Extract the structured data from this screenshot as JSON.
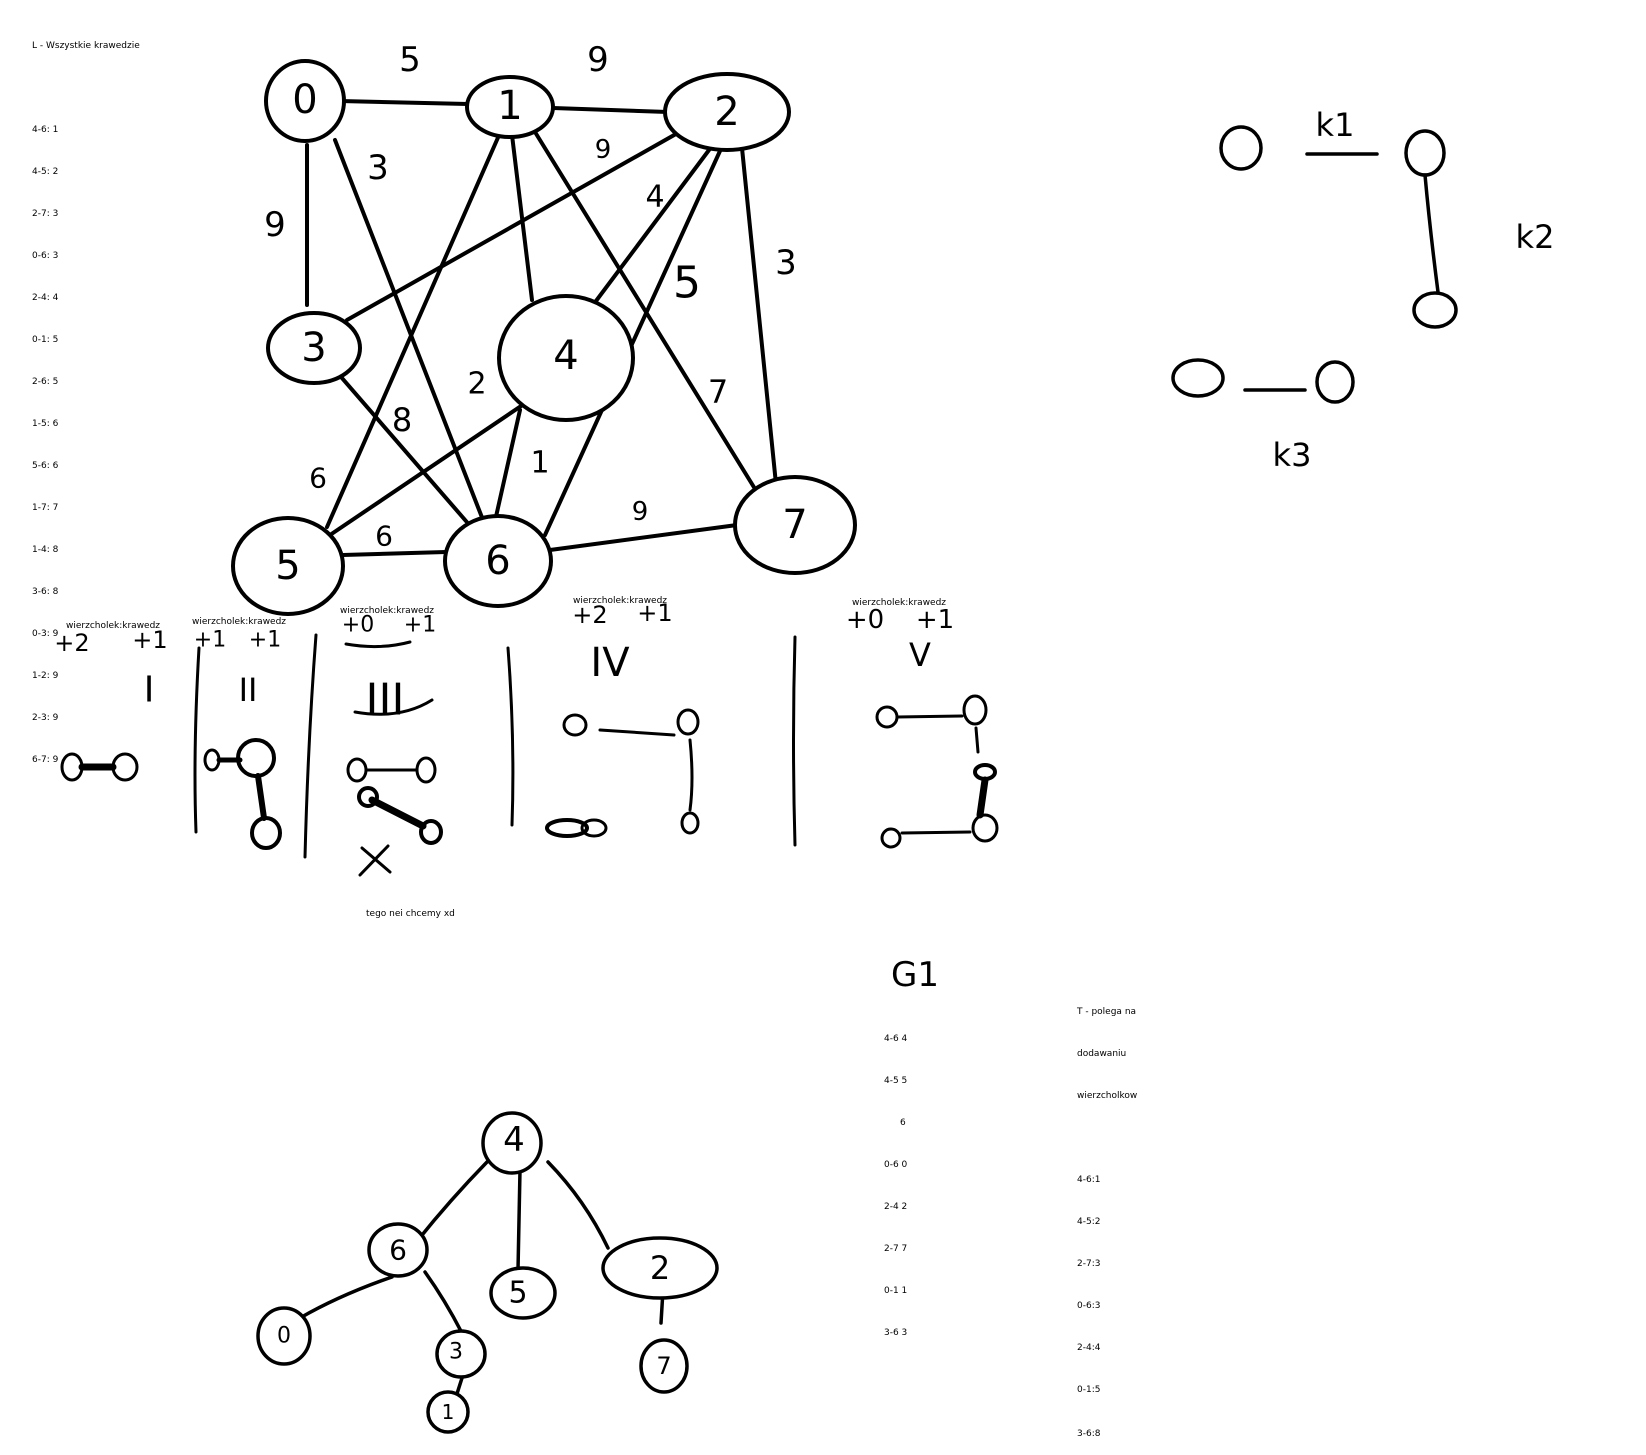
{
  "all_edges": {
    "title": "L - Wszystkie krawedzie",
    "items": [
      "4-6: 1",
      "4-5: 2",
      "2-7: 3",
      "0-6: 3",
      "2-4: 4",
      "0-1: 5",
      "2-6: 5",
      "1-5: 6",
      "5-6: 6",
      "1-7: 7",
      "1-4: 8",
      "3-6: 8",
      "0-3: 9",
      "1-2: 9",
      "2-3: 9",
      "6-7: 9"
    ]
  },
  "graph": {
    "nodes": [
      "0",
      "1",
      "2",
      "3",
      "4",
      "5",
      "6",
      "7"
    ],
    "edge_weights": [
      "5",
      "9",
      "9",
      "3",
      "9",
      "4",
      "5",
      "3",
      "7",
      "2",
      "8",
      "1",
      "6",
      "6",
      "9"
    ]
  },
  "forest_sketch": {
    "labels": [
      "k1",
      "k2",
      "k3"
    ]
  },
  "steps": {
    "header": "wierzcholek:krawedz",
    "columns": [
      {
        "roman": "I",
        "counts": [
          "+2",
          "+1"
        ]
      },
      {
        "roman": "II",
        "counts": [
          "+1",
          "+1"
        ]
      },
      {
        "roman": "III",
        "counts": [
          "+0",
          "+1"
        ]
      },
      {
        "roman": "IV",
        "counts": [
          "+2",
          "+1"
        ]
      },
      {
        "roman": "V",
        "counts": [
          "+0",
          "+1"
        ]
      }
    ],
    "rejected_note": "tego nei chcemy xd"
  },
  "g1": {
    "label": "G1",
    "items": [
      "4-6 4",
      "4-5 5",
      "6",
      "0-6 0",
      "2-4 2",
      "2-7 7",
      "0-1 1",
      "3-6 3"
    ]
  },
  "t_list": {
    "title_lines": [
      "T - polega na",
      "dodawaniu",
      "wierzcholkow"
    ],
    "items": [
      "4-6:1",
      "4-5:2",
      "2-7:3",
      "0-6:3",
      "2-4:4",
      "0-1:5",
      "3-6:8"
    ]
  },
  "tree": {
    "nodes": [
      "4",
      "6",
      "5",
      "2",
      "0",
      "3",
      "1",
      "7"
    ]
  }
}
